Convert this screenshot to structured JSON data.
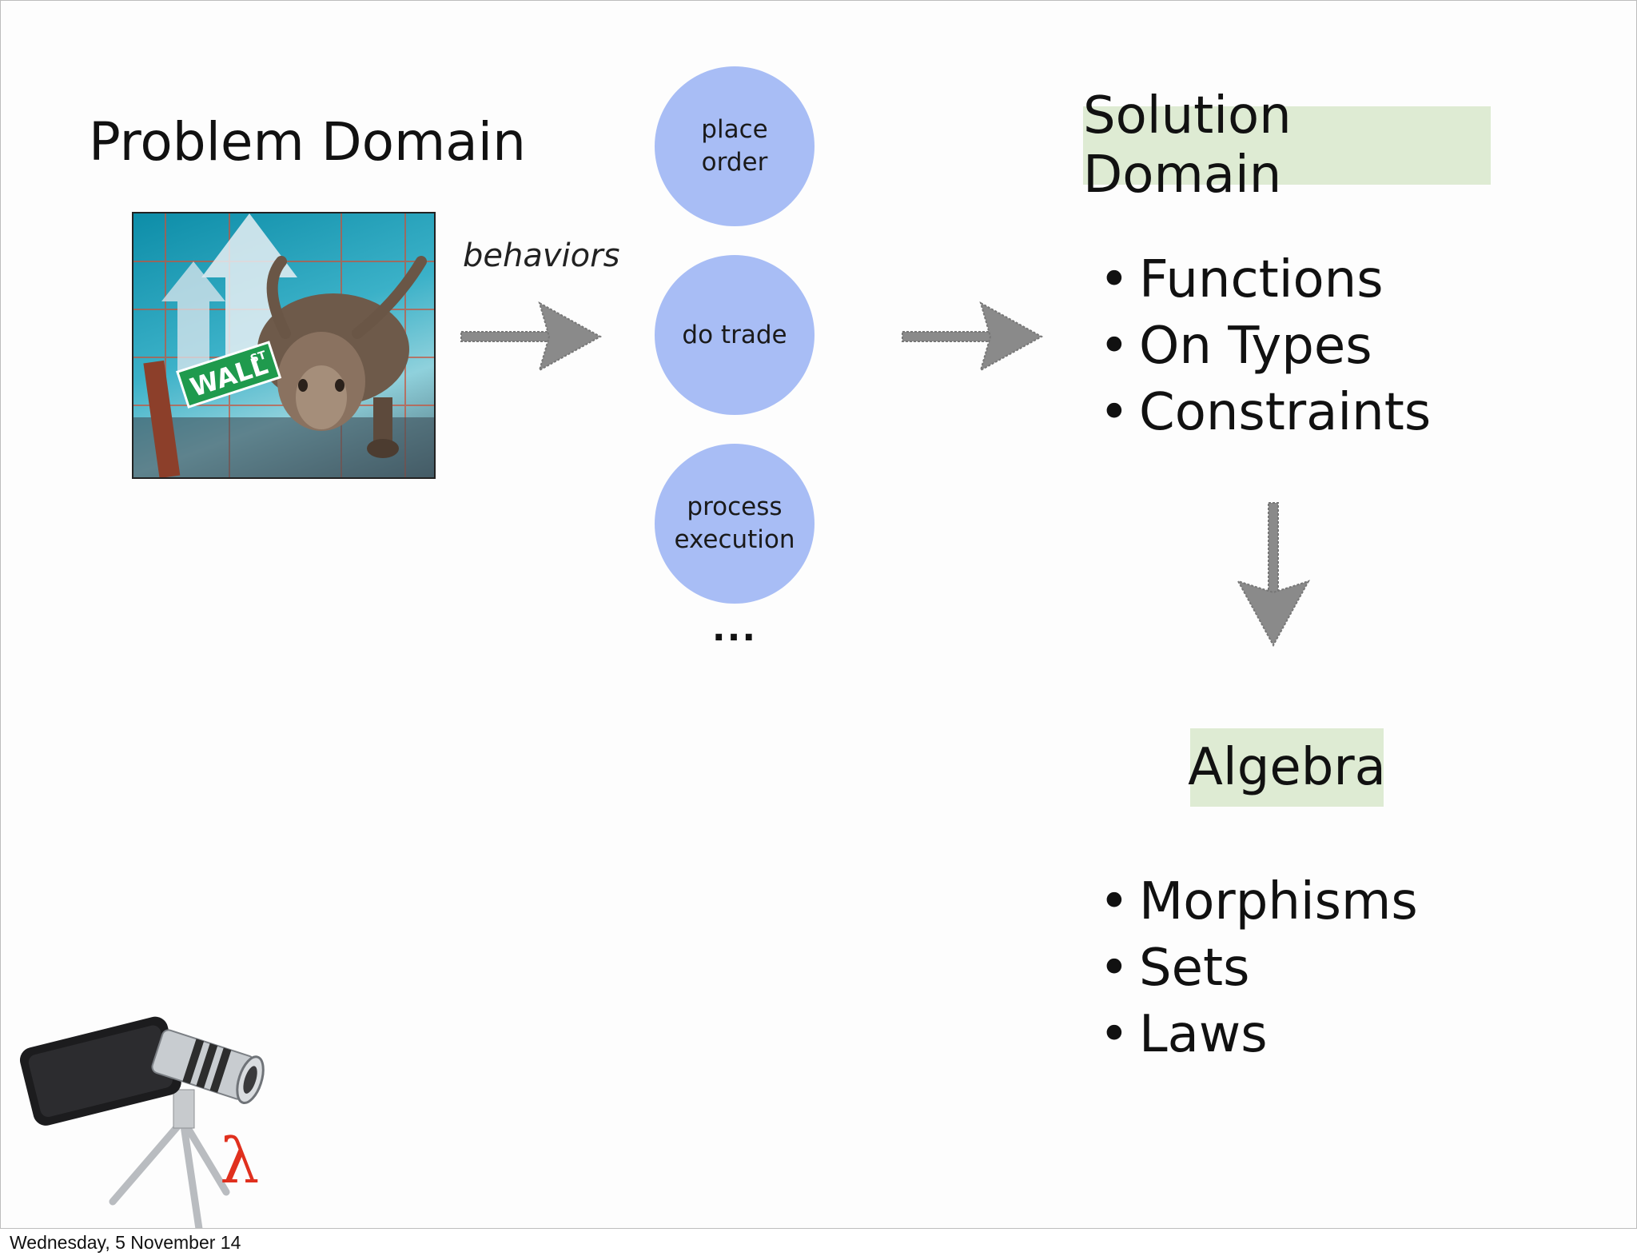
{
  "left": {
    "title": "Problem Domain",
    "image_icon": "wall-street-bull-image",
    "sign_text": "WALL",
    "sign_sup": "ST",
    "behaviors_label": "behaviors"
  },
  "behaviors": {
    "items": [
      "place\norder",
      "do trade",
      "process\nexecution"
    ],
    "more": "..."
  },
  "right": {
    "solution_title": "Solution Domain",
    "solution_items": [
      "Functions",
      "On Types",
      "Constraints"
    ],
    "algebra_title": "Algebra",
    "algebra_items": [
      "Morphisms",
      "Sets",
      "Laws"
    ],
    "bullet": "•"
  },
  "footer": {
    "date": "Wednesday, 5 November 14",
    "lambda": "λ",
    "logo_icon": "phone-telescope-logo-icon"
  },
  "colors": {
    "circle_fill": "#a8bdf5",
    "title_box_fill": "#deebd3",
    "arrow_gray": "#8a8a8a",
    "lambda_red": "#e0301e"
  }
}
